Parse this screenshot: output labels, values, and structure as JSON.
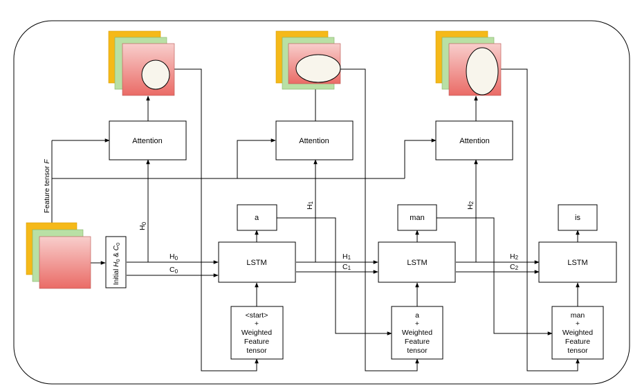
{
  "colors": {
    "stack_back": "#f5b919",
    "stack_mid": "#b9e0a5",
    "stack_front_top": "#f8cecc",
    "stack_front_bottom": "#ea6b66",
    "ellipse_fill": "#f8f5ec",
    "line": "#000000"
  },
  "labels": {
    "feature_tensor": "Feature tensor",
    "feature_symbol": "F",
    "init_prefix": "Initial ",
    "init_h": "H",
    "init_c": "C",
    "init_amp": " & ",
    "sub0": "0",
    "sub1": "1",
    "sub2": "2",
    "h": "H",
    "c": "C"
  },
  "attention": [
    "Attention",
    "Attention",
    "Attention"
  ],
  "lstm": [
    "LSTM",
    "LSTM",
    "LSTM"
  ],
  "outputs": [
    "a",
    "man",
    "is"
  ],
  "inputs": [
    {
      "word": "<start>",
      "plus": "+",
      "l1": "Weighted",
      "l2": "Feature",
      "l3": "tensor"
    },
    {
      "word": "a",
      "plus": "+",
      "l1": "Weighted",
      "l2": "Feature",
      "l3": "tensor"
    },
    {
      "word": "man",
      "plus": "+",
      "l1": "Weighted",
      "l2": "Feature",
      "l3": "tensor"
    }
  ]
}
